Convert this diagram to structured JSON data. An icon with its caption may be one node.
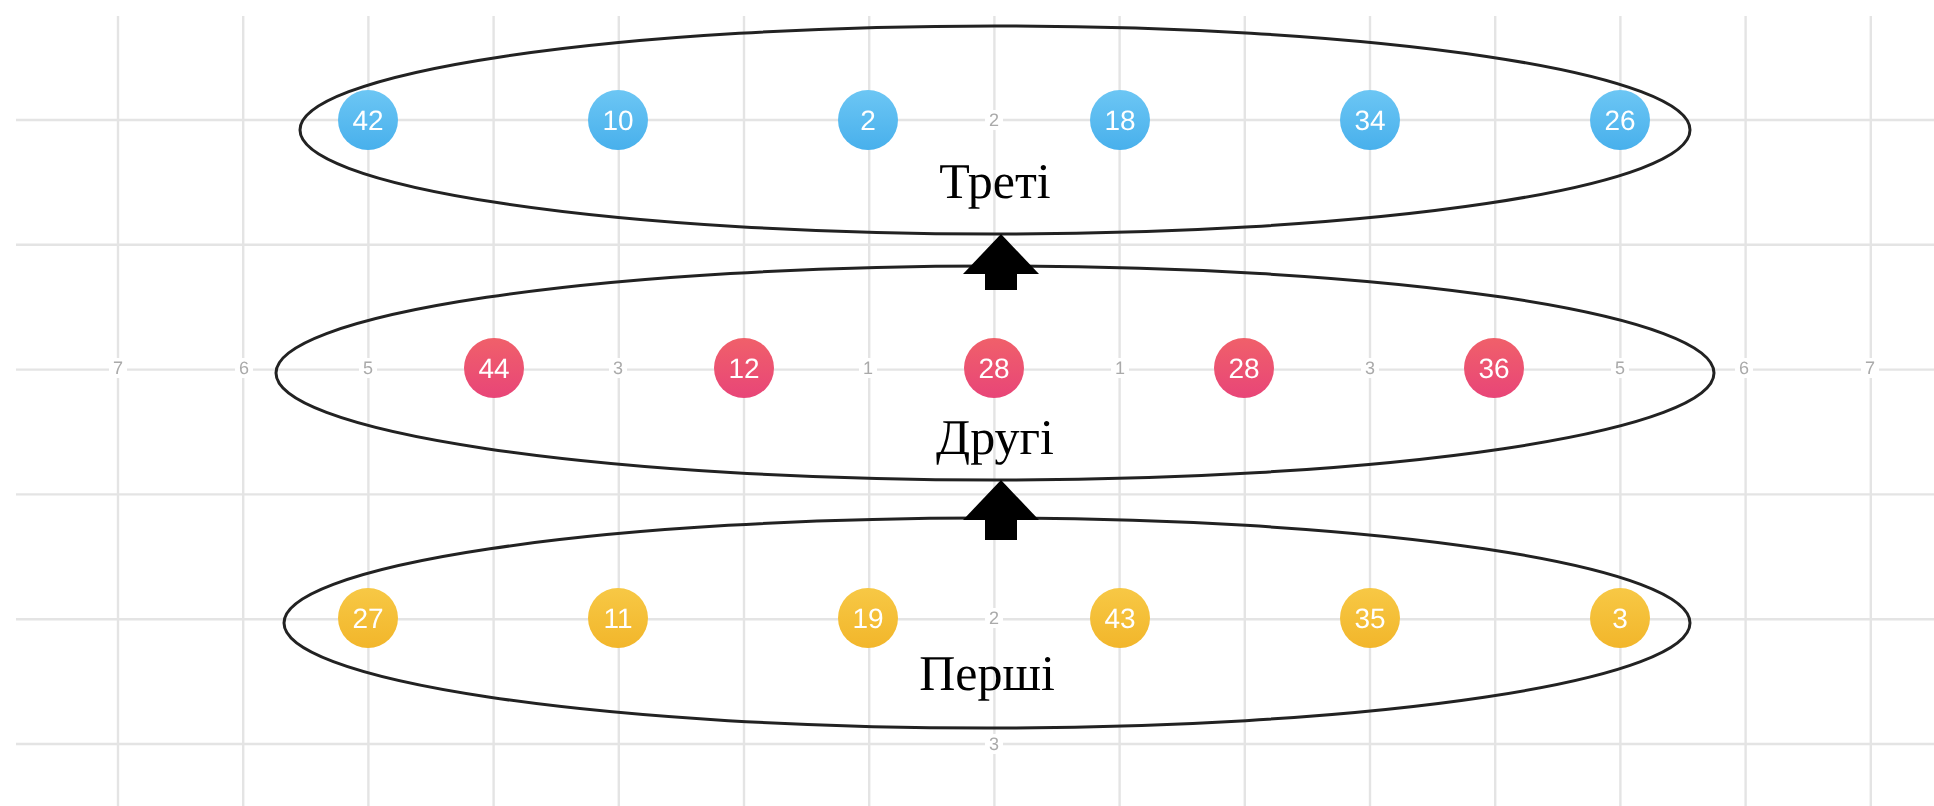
{
  "diagram": {
    "nodes": [
      {
        "text": [
          "Треті"
        ]
      },
      {
        "text": [
          "42"
        ],
        "in": 0
      },
      {
        "text": [
          "10"
        ],
        "in": 0
      },
      {
        "text": [
          "2"
        ],
        "in": 0
      },
      {
        "text": [
          "18"
        ],
        "in": 0
      },
      {
        "text": [
          "34"
        ],
        "in": 0
      },
      {
        "text": [
          "26"
        ],
        "in": 0
      },
      {
        "text": [
          "Другі"
        ]
      },
      {
        "text": [
          "44"
        ],
        "in": 7
      },
      {
        "text": [
          "12"
        ],
        "in": 7
      },
      {
        "text": [
          "28"
        ],
        "in": 7
      },
      {
        "text": [
          "28"
        ],
        "in": 7
      },
      {
        "text": [
          "36"
        ],
        "in": 7
      },
      {
        "text": [
          "Перші"
        ]
      },
      {
        "text": [
          "27"
        ],
        "in": 13
      },
      {
        "text": [
          "11"
        ],
        "in": 13
      },
      {
        "text": [
          "19"
        ],
        "in": 13
      },
      {
        "text": [
          "43"
        ],
        "in": 13
      },
      {
        "text": [
          "35"
        ],
        "in": 13
      },
      {
        "text": [
          "3"
        ],
        "in": 13
      }
    ],
    "edges": [
      {
        "from": 7,
        "to": 0,
        "arrow": "to"
      },
      {
        "from": 13,
        "to": 7,
        "arrow": "to"
      }
    ],
    "labels": [
      "2",
      "7",
      "6",
      "5",
      "3",
      "1",
      "1",
      "3",
      "5",
      "6",
      "7",
      "2",
      "3"
    ]
  }
}
